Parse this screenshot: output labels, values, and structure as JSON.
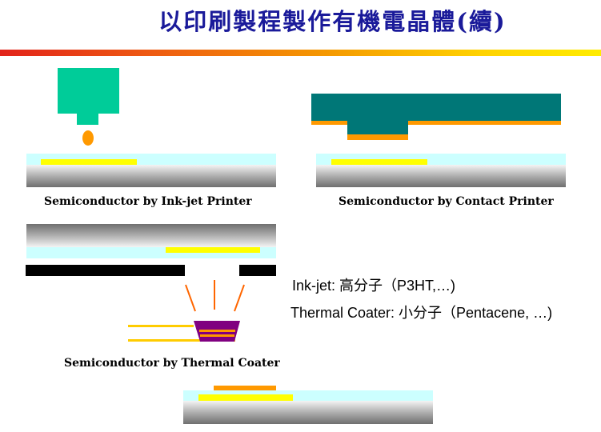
{
  "title": "以印刷製程製作有機電晶體(續)",
  "captions": {
    "inkjet": "Semiconductor by Ink-jet Printer",
    "contact": "Semiconductor by Contact Printer",
    "thermal": "Semiconductor by Thermal Coater"
  },
  "notes": {
    "inkjet": "Ink-jet: 高分子（P3HT,…)",
    "thermal": "Thermal Coater: 小分子（Pentacene, …)"
  },
  "colors": {
    "title": "#1a1a9a",
    "printhead": "#00cc99",
    "droplet": "#ff9900",
    "stamp": "#007777",
    "semiconductor": "#ffff00",
    "dielectric": "#ccffff",
    "crucible": "#800080"
  }
}
